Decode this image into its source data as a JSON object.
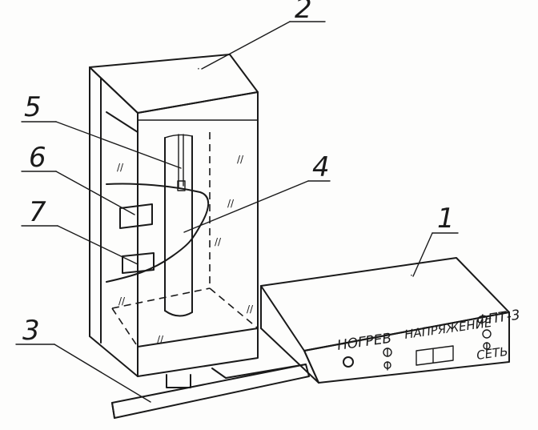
{
  "callouts": {
    "n1": "1",
    "n2": "2",
    "n3": "3",
    "n4": "4",
    "n5": "5",
    "n6": "6",
    "n7": "7"
  },
  "panel": {
    "heating": "НОГРЕВ",
    "voltage": "НАПРЯЖЕНИЕ",
    "model": "ФПТ-3",
    "mains": "СЕТЬ"
  },
  "hatch_mark": "//",
  "dot_mark": "·"
}
